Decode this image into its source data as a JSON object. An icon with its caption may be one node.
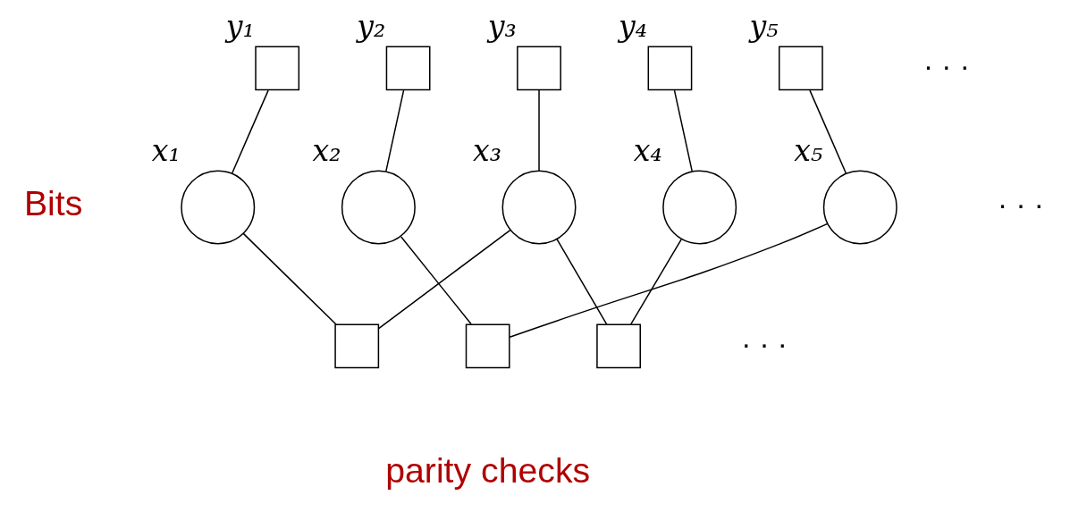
{
  "diagram": {
    "nodes": [
      {
        "text": [
          "y₁"
        ]
      },
      {
        "text": [
          "y₂"
        ]
      },
      {
        "text": [
          "y₃"
        ]
      },
      {
        "text": [
          "y₄"
        ]
      },
      {
        "text": [
          "y₅"
        ]
      },
      {
        "text": [
          "x₁"
        ]
      },
      {
        "text": [
          "x₂"
        ]
      },
      {
        "text": [
          "x₃"
        ]
      },
      {
        "text": [
          "x₄"
        ]
      },
      {
        "text": [
          "x₅"
        ]
      },
      {
        "text": [],
        "shape": "box"
      },
      {
        "text": [],
        "shape": "box"
      },
      {
        "text": [],
        "shape": "box"
      }
    ],
    "edges": [
      {
        "from": 0,
        "to": 5,
        "arrow": "none"
      },
      {
        "from": 1,
        "to": 6,
        "arrow": "none"
      },
      {
        "from": 2,
        "to": 7,
        "arrow": "none"
      },
      {
        "from": 3,
        "to": 8,
        "arrow": "none"
      },
      {
        "from": 4,
        "to": 9,
        "arrow": "none"
      },
      {
        "from": 5,
        "to": 10,
        "arrow": "none"
      },
      {
        "from": 6,
        "to": 11,
        "arrow": "none"
      },
      {
        "from": 7,
        "to": 10,
        "arrow": "none"
      },
      {
        "from": 7,
        "to": 12,
        "arrow": "none"
      },
      {
        "from": 8,
        "to": 12,
        "arrow": "none"
      },
      {
        "from": 9,
        "to": 11,
        "arrow": "none"
      }
    ],
    "labels": [
      "· · ·",
      "Bits",
      "· · ·",
      "· · ·",
      "parity checks"
    ]
  }
}
